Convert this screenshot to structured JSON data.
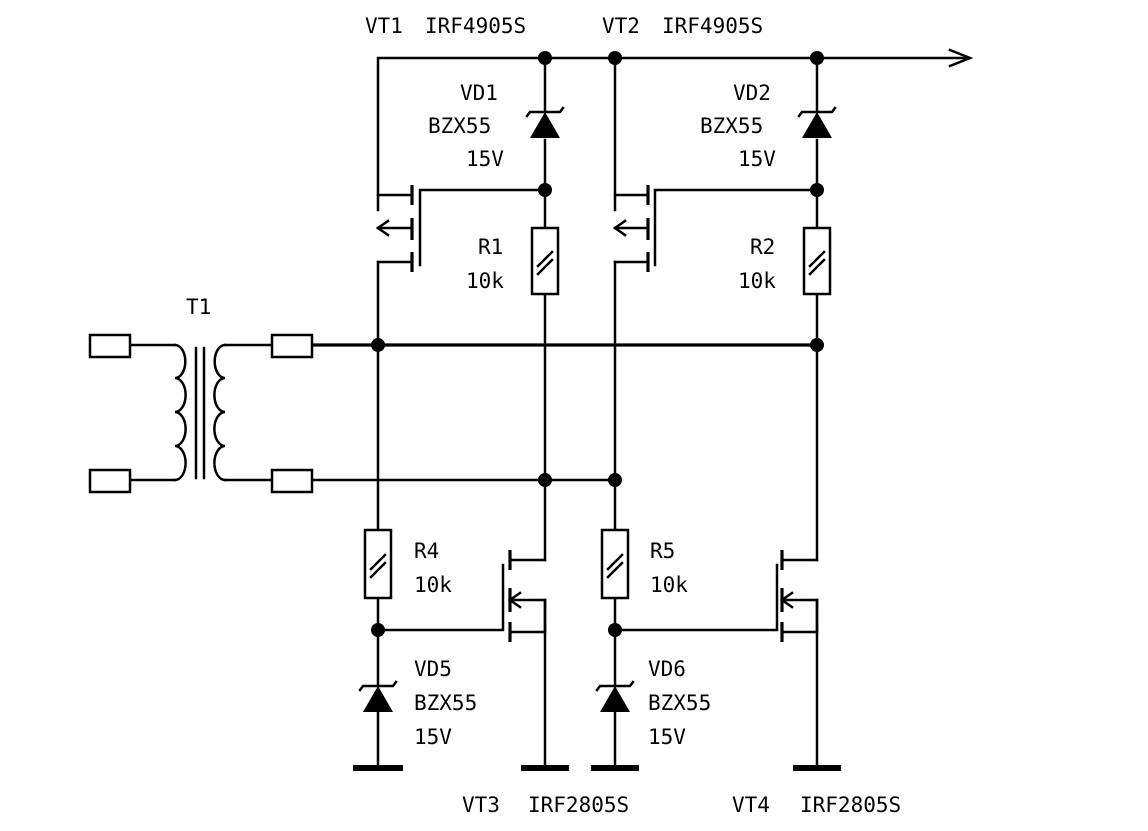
{
  "transformer": {
    "ref": "T1"
  },
  "transistors": {
    "vt1": {
      "ref": "VT1",
      "part": "IRF4905S"
    },
    "vt2": {
      "ref": "VT2",
      "part": "IRF4905S"
    },
    "vt3": {
      "ref": "VT3",
      "part": "IRF2805S"
    },
    "vt4": {
      "ref": "VT4",
      "part": "IRF2805S"
    }
  },
  "zeners": {
    "vd1": {
      "ref": "VD1",
      "part": "BZX55",
      "value": "15V"
    },
    "vd2": {
      "ref": "VD2",
      "part": "BZX55",
      "value": "15V"
    },
    "vd5": {
      "ref": "VD5",
      "part": "BZX55",
      "value": "15V"
    },
    "vd6": {
      "ref": "VD6",
      "part": "BZX55",
      "value": "15V"
    }
  },
  "resistors": {
    "r1": {
      "ref": "R1",
      "value": "10k"
    },
    "r2": {
      "ref": "R2",
      "value": "10k"
    },
    "r4": {
      "ref": "R4",
      "value": "10k"
    },
    "r5": {
      "ref": "R5",
      "value": "10k"
    }
  }
}
